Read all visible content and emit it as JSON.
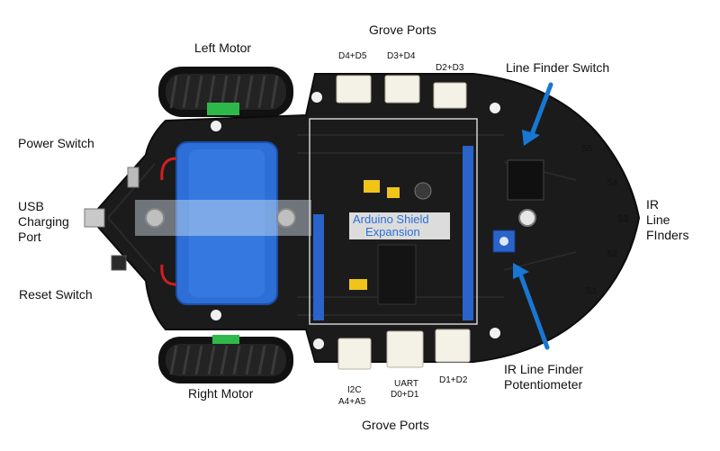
{
  "labels": {
    "grove_ports_top": "Grove Ports",
    "left_motor": "Left Motor",
    "line_finder_switch": "Line Finder Switch",
    "power_switch": "Power Switch",
    "usb_charging_port_1": "USB",
    "usb_charging_port_2": "Charging",
    "usb_charging_port_3": "Port",
    "reset_switch": "Reset Switch",
    "right_motor": "Right Motor",
    "grove_ports_bottom": "Grove Ports",
    "ir_line_finders_1": "IR",
    "ir_line_finders_2": "Line",
    "ir_line_finders_3": "FInders",
    "ir_potentiometer_1": "IR Line Finder",
    "ir_potentiometer_2": "Potentiometer",
    "arduino_shield_1": "Arduino Shield",
    "arduino_shield_2": "Expansion"
  },
  "ports_top": [
    "D4+D5",
    "D3+D4",
    "D2+D3"
  ],
  "ports_bottom": {
    "i2c_1": "I2C",
    "i2c_2": "A4+A5",
    "uart_1": "UART",
    "uart_2": "D0+D1",
    "d1d2": "D1+D2"
  },
  "sensors": [
    "S5",
    "S4",
    "S3",
    "S2",
    "S1"
  ],
  "colors": {
    "board": "#1b1b1b",
    "wheel": "#111111",
    "battery": "#2d6fd6",
    "arrow": "#1877d4",
    "header": "#2a63c9",
    "connector": "#f4f1e6"
  }
}
